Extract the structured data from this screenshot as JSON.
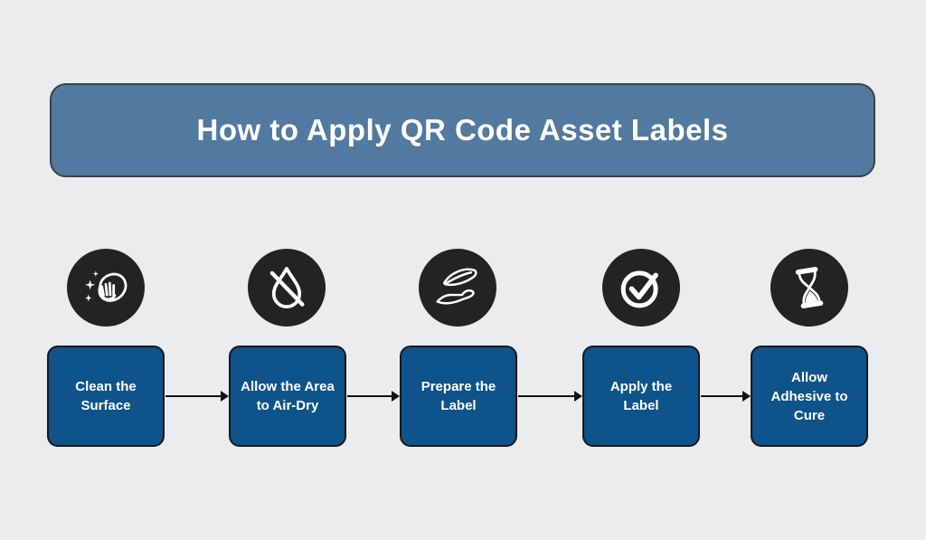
{
  "page": {
    "background_color": "#ebecee",
    "type": "process-flow-infographic"
  },
  "header": {
    "title": "How to Apply QR Code Asset Labels",
    "fill_color": "#52799f",
    "border_color": "#3c4146",
    "text_color": "#ffffff"
  },
  "steps": [
    {
      "label": "Clean the Surface",
      "icon": "cleaning-hand-sparkles-icon"
    },
    {
      "label": "Allow the Area to Air-Dry",
      "icon": "no-water-drop-icon"
    },
    {
      "label": "Prepare the Label",
      "icon": "hand-holding-feather-icon"
    },
    {
      "label": "Apply the Label",
      "icon": "check-circle-icon"
    },
    {
      "label": "Allow Adhesive to Cure",
      "icon": "hourglass-icon"
    }
  ],
  "colors": {
    "step_box_fill": "#0e5389",
    "step_box_border": "#17191c",
    "step_text": "#ffffff",
    "icon_circle_fill": "#232323",
    "icon_stroke": "#ffffff",
    "arrow": "#121212"
  }
}
